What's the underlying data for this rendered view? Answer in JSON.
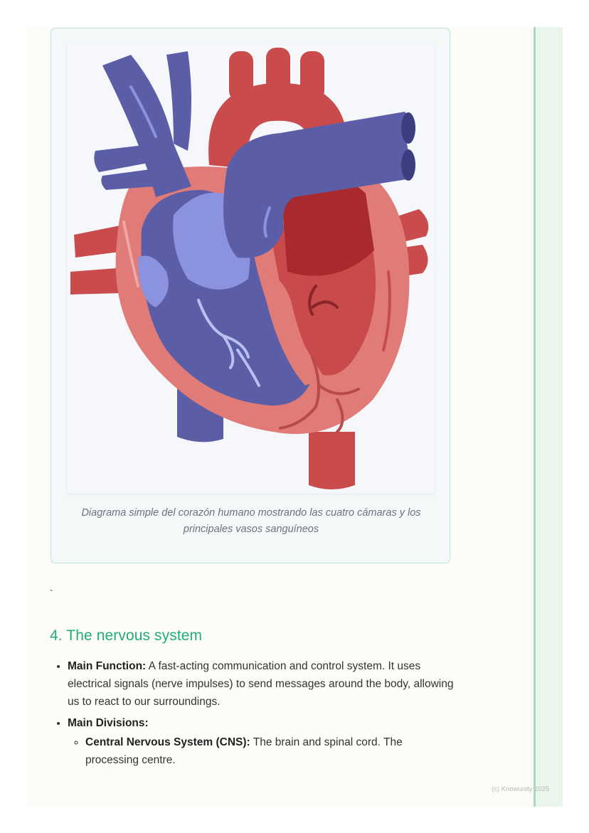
{
  "figure": {
    "image_name": "human-heart-diagram",
    "caption": "Diagrama simple del corazón humano mostrando las cuatro cámaras y los principales vasos sanguíneos"
  },
  "stray_mark": "`",
  "section": {
    "heading": "4. The nervous system",
    "items": [
      {
        "label": "Main Function:",
        "text": " A fast-acting communication and control system. It uses electrical signals (nerve impulses) to send messages around the body, allowing us to react to our surroundings."
      },
      {
        "label": "Main Divisions:",
        "subitems": [
          {
            "label": "Central Nervous System (CNS):",
            "text": " The brain and spinal cord. The processing centre."
          }
        ]
      }
    ]
  },
  "footer": "(c) Knowunity 2025",
  "colors": {
    "accent": "#1fae77",
    "vein_blue": "#5b5ea6",
    "artery_red": "#c94b4b",
    "heart_pink": "#e07b78"
  }
}
